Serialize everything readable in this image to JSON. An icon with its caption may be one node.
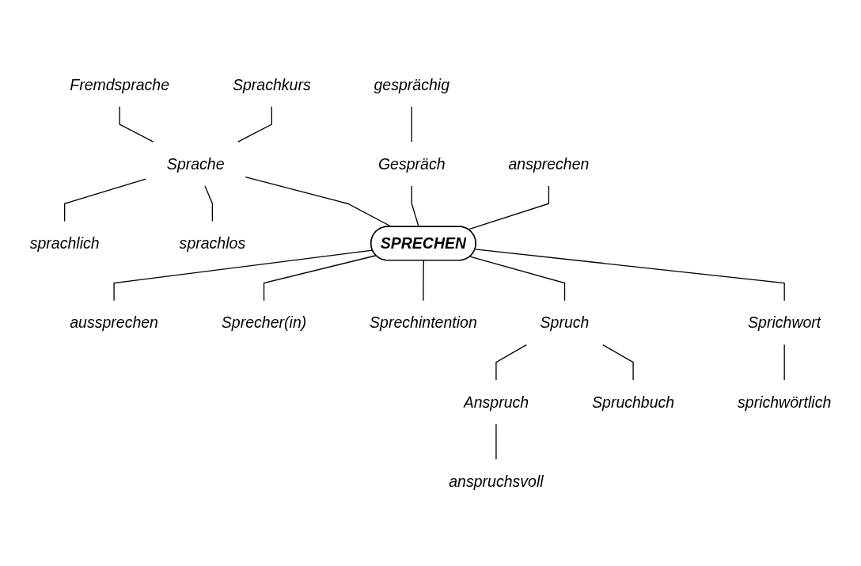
{
  "diagram": {
    "nodes": [
      {
        "text": [
          "Fremdsprache"
        ]
      },
      {
        "text": [
          "Sprachkurs"
        ]
      },
      {
        "text": [
          "gesprächig"
        ]
      },
      {
        "text": [
          "Sprache"
        ]
      },
      {
        "text": [
          "sprachlich"
        ]
      },
      {
        "text": [
          "Gespräch"
        ]
      },
      {
        "text": [
          "sprachlos"
        ]
      },
      {
        "text": [
          "ansprechen"
        ]
      },
      {
        "text": [
          "SPRECHEN"
        ]
      },
      {
        "text": [
          "aussprechen"
        ]
      },
      {
        "text": [
          "Sprecher(in)"
        ]
      },
      {
        "text": [
          "Sprechintention"
        ]
      },
      {
        "text": [
          "Spruch"
        ]
      },
      {
        "text": [
          "Sprichwort"
        ]
      },
      {
        "text": [
          "Anspruch"
        ]
      },
      {
        "text": [
          "Spruchbuch"
        ]
      },
      {
        "text": [
          "sprichwörtlich"
        ]
      },
      {
        "text": [
          "anspruchsvoll"
        ]
      }
    ],
    "edges": [
      {
        "from": 0,
        "to": 3,
        "arrow": "none"
      },
      {
        "from": 1,
        "to": 3,
        "arrow": "none"
      },
      {
        "from": 3,
        "to": 4,
        "arrow": "none"
      },
      {
        "from": 3,
        "to": 6,
        "arrow": "none"
      },
      {
        "from": 3,
        "to": 8,
        "arrow": "none"
      },
      {
        "from": 2,
        "to": 5,
        "arrow": "none"
      },
      {
        "from": 5,
        "to": 8,
        "arrow": "none"
      },
      {
        "from": 7,
        "to": 8,
        "arrow": "none"
      },
      {
        "from": 8,
        "to": 9,
        "arrow": "none"
      },
      {
        "from": 8,
        "to": 10,
        "arrow": "none"
      },
      {
        "from": 8,
        "to": 11,
        "arrow": "none"
      },
      {
        "from": 8,
        "to": 12,
        "arrow": "none"
      },
      {
        "from": 8,
        "to": 13,
        "arrow": "none"
      },
      {
        "from": 12,
        "to": 14,
        "arrow": "none"
      },
      {
        "from": 12,
        "to": 15,
        "arrow": "none"
      },
      {
        "from": 13,
        "to": 16,
        "arrow": "none"
      },
      {
        "from": 14,
        "to": 17,
        "arrow": "none"
      }
    ]
  }
}
